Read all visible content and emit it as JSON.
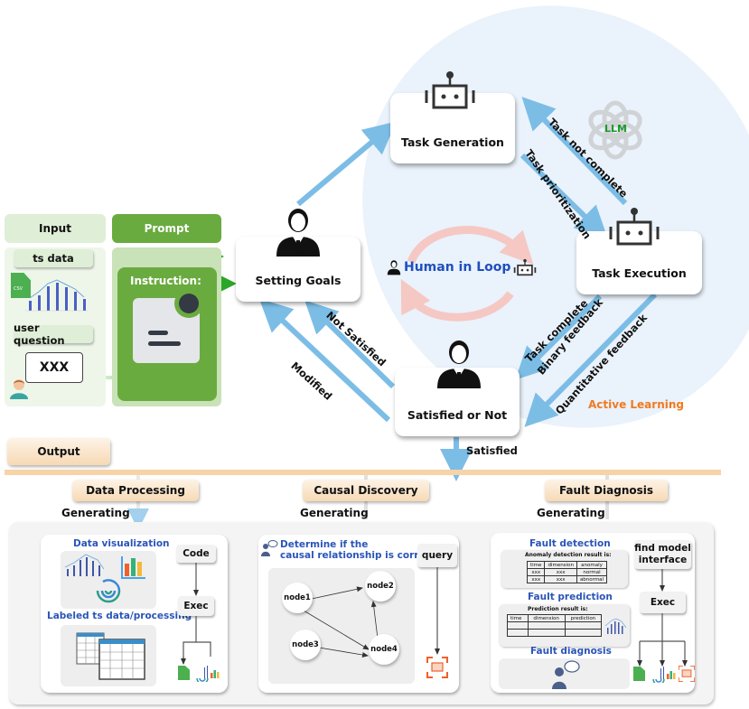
{
  "input_section": {
    "input_tab": "Input",
    "prompt_tab": "Prompt",
    "ts_data": "ts data",
    "csv_label": "CSV",
    "user_question": "user question",
    "question_text": "XXX",
    "instruction": "Instruction:"
  },
  "loop": {
    "setting_goals": "Setting Goals",
    "task_generation": "Task Generation",
    "task_execution": "Task Execution",
    "satisfied_or_not": "Satisfied or Not",
    "human_in_loop": "Human in Loop",
    "llm": "LLM",
    "active_learning": "Active Learning",
    "edges": {
      "task_not_complete": "Task not complete",
      "task_prioritization": "Task prioritization",
      "task_complete": "Task complete",
      "binary_feedback": "Binary feedback",
      "quantitative_feedback": "Quantitative feedback",
      "not_satisfied": "Not Satisfied",
      "modified": "Modified",
      "satisfied": "Satisfied"
    }
  },
  "output": {
    "title": "Output",
    "generating": "Generating",
    "data_processing": {
      "tab": "Data Processing",
      "visualization": "Data visualization",
      "labeled": "Labeled ts data/processing",
      "code": "Code",
      "exec": "Exec",
      "csv_label": "CSV"
    },
    "causal_discovery": {
      "tab": "Causal Discovery",
      "question_line1": "Determine if the",
      "question_line2": "causal relationship is correct",
      "query": "query",
      "nodes": [
        "node1",
        "node2",
        "node3",
        "node4"
      ]
    },
    "fault_diagnosis": {
      "tab": "Fault Diagnosis",
      "detection": "Fault detection",
      "detection_caption": "Anomaly detection result is:",
      "detection_headers": [
        "time",
        "dimension",
        "anomaly"
      ],
      "detection_rows": [
        [
          "xxx",
          "xxx",
          "normal"
        ],
        [
          "xxx",
          "xxx",
          "abnormal"
        ]
      ],
      "prediction": "Fault prediction",
      "prediction_caption": "Prediction result is:",
      "prediction_headers": [
        "time",
        "dimension",
        "prediction"
      ],
      "diagnosis": "Fault diagnosis",
      "find_model": "find model interface",
      "exec": "Exec",
      "csv_label": "CSV"
    }
  },
  "colors": {
    "arrow_blue": "#7cbde6",
    "green_dark": "#6aab3f",
    "green_light": "#dfeed6",
    "orange_tab": "#f7d9b4",
    "title_blue": "#2a55b8",
    "llm_green": "#1e9a2a",
    "active_orange": "#f07a1f",
    "ellipse": "#eaf2fb"
  }
}
